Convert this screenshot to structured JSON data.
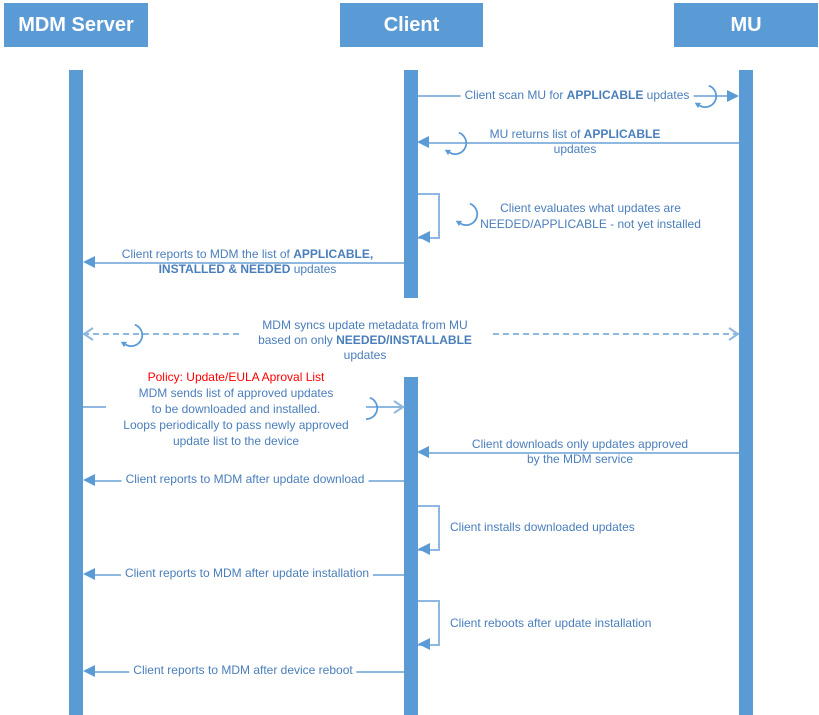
{
  "colors": {
    "accent_blue": "#5B9BD5",
    "line_blue": "#8FB8E0",
    "text_blue": "#4A7EBB",
    "policy_red": "#FF0000"
  },
  "actors": {
    "mdm": "MDM Server",
    "client": "Client",
    "mu": "MU"
  },
  "messages": {
    "scan": {
      "pre": "Client scan MU for ",
      "bold": "APPLICABLE",
      "post": " updates"
    },
    "returns": {
      "line1_pre": "MU returns list of ",
      "line1_bold": "APPLICABLE",
      "line2": "updates"
    },
    "evaluates": {
      "line1": "Client evaluates what updates are",
      "line2": "NEEDED/APPLICABLE - not yet installed"
    },
    "reports_list": {
      "line1_pre": "Client reports to MDM the list of ",
      "line1_bold": "APPLICABLE,",
      "line2_bold": "INSTALLED & NEEDED",
      "line2_post": " updates"
    },
    "sync": {
      "line1": "MDM syncs update metadata from MU",
      "line2_pre": "based on only ",
      "line2_bold": "NEEDED/INSTALLABLE",
      "line2_post": " updates"
    },
    "policy": {
      "title": "Policy: Update/EULA Aproval List",
      "lines": [
        "MDM sends list of approved updates",
        "to be downloaded and installed.",
        "Loops periodically to pass newly approved",
        "update list to the device"
      ]
    },
    "downloads": {
      "line1": "Client downloads only updates approved",
      "line2": "by the MDM service"
    },
    "report_download": "Client reports to MDM after update download",
    "installs": "Client installs downloaded updates",
    "report_install": "Client reports to MDM after update installation",
    "reboots": "Client reboots after update installation",
    "report_reboot": "Client reports to MDM after device reboot"
  }
}
